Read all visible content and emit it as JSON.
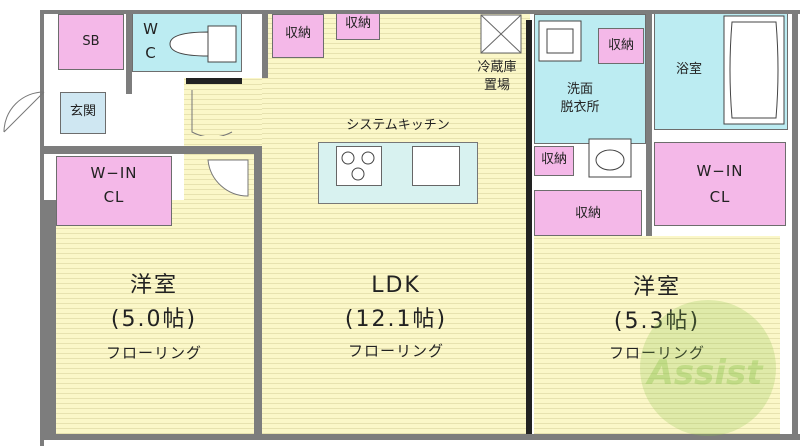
{
  "rooms": {
    "sb": "SB",
    "wc_w": "W",
    "wc_c": "C",
    "storage1": "収納",
    "storage2": "収納",
    "storage3": "収納",
    "storage4": "収納",
    "storage5": "収納",
    "fridge": "冷蔵庫置場",
    "fridge_l1": "冷蔵庫",
    "fridge_l2": "置場",
    "kitchen": "システムキッチン",
    "washroom_l1": "洗面",
    "washroom_l2": "脱衣所",
    "bath": "浴室",
    "entrance": "玄関",
    "wic_left_l1": "W−IN",
    "wic_left_l2": "CL",
    "wic_right_l1": "W−IN",
    "wic_right_l2": "CL",
    "west_room_name": "洋室",
    "west_room_size": "(5.0帖)",
    "west_room_floor": "フローリング",
    "ldk_name": "LDK",
    "ldk_size": "(12.1帖)",
    "ldk_floor": "フローリング",
    "east_room_name": "洋室",
    "east_room_size": "(5.3帖)",
    "east_room_floor": "フローリング"
  },
  "watermark": "Assist",
  "colors": {
    "floor": "#fbf7c8",
    "closet": "#f4b8e8",
    "wet_area": "#bcecf2",
    "wall": "#7d7d7d",
    "watermark": "#8bc34a"
  }
}
